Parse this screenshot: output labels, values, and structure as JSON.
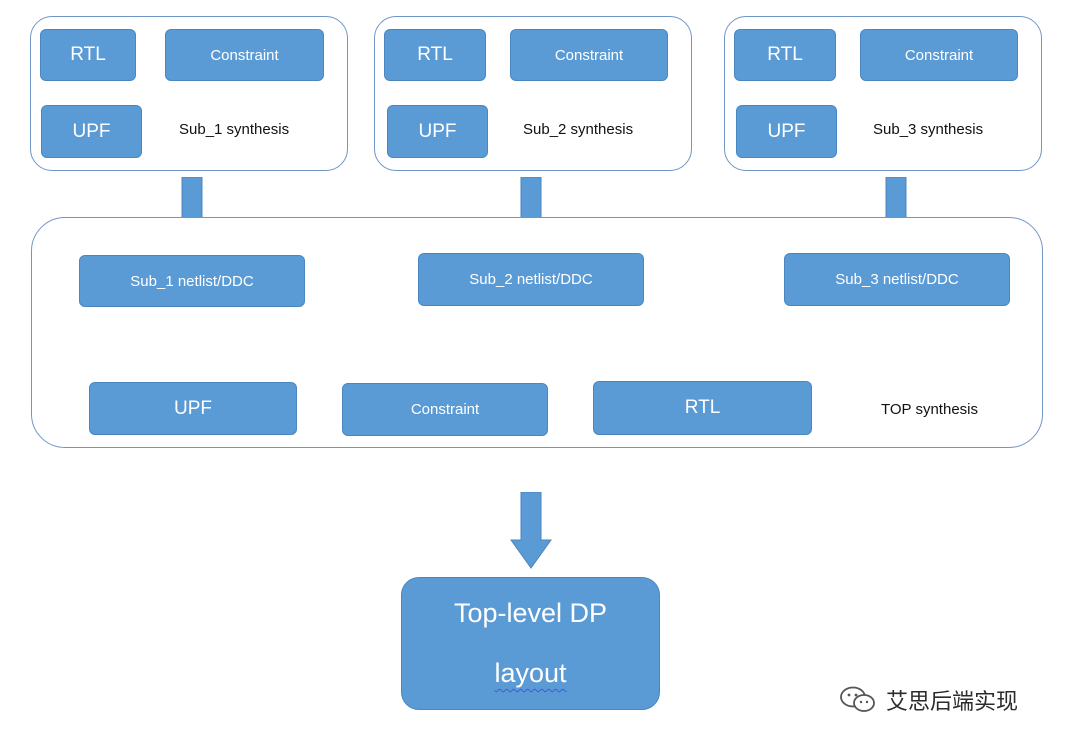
{
  "sub1": {
    "rtl": "RTL",
    "constraint": "Constraint",
    "upf": "UPF",
    "label": "Sub_1 synthesis"
  },
  "sub2": {
    "rtl": "RTL",
    "constraint": "Constraint",
    "upf": "UPF",
    "label": "Sub_2 synthesis"
  },
  "sub3": {
    "rtl": "RTL",
    "constraint": "Constraint",
    "upf": "UPF",
    "label": "Sub_3 synthesis"
  },
  "top": {
    "netlists": [
      "Sub_1 netlist/DDC",
      "Sub_2 netlist/DDC",
      "Sub_3 netlist/DDC"
    ],
    "upf": "UPF",
    "constraint": "Constraint",
    "rtl": "RTL",
    "label": "TOP synthesis"
  },
  "final": {
    "line1": "Top-level DP",
    "line2": "layout"
  },
  "watermark": {
    "text": "艾思后端实现",
    "icon": "wechat-icon"
  },
  "colors": {
    "block": "#5b9bd5",
    "border": "#7096c6",
    "arrow": "#5b9bd5"
  }
}
